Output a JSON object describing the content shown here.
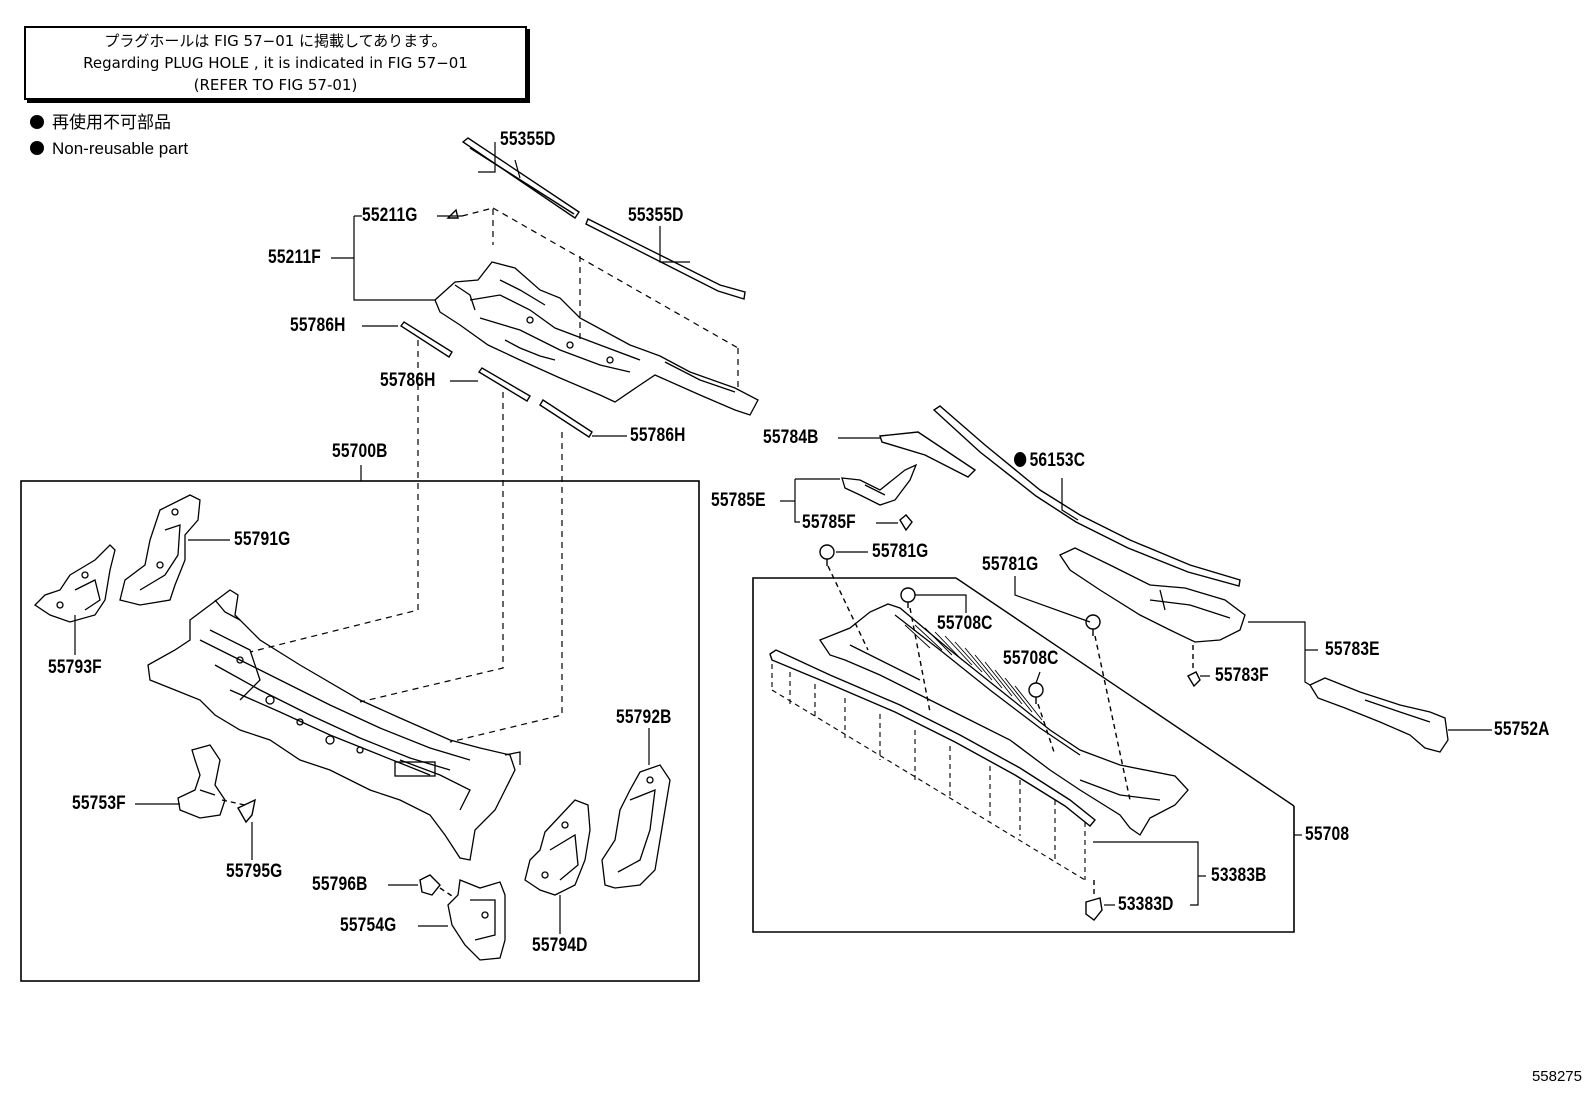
{
  "note": {
    "line1": "プラグホールは FIG  57−01 に掲載してあります。",
    "line2": "Regarding  PLUG  HOLE , it is indicated in FIG  57−01",
    "line3": "(REFER TO FIG 57-01)"
  },
  "legend": {
    "jp": "再使用不可部品",
    "en": "Non-reusable part"
  },
  "labels": {
    "p55355D_a": "55355D",
    "p55355D_b": "55355D",
    "p55211G": "55211G",
    "p55211F": "55211F",
    "p55786H_a": "55786H",
    "p55786H_b": "55786H",
    "p55786H_c": "55786H",
    "p55700B": "55700B",
    "p55791G": "55791G",
    "p55793F": "55793F",
    "p55753F": "55753F",
    "p55795G": "55795G",
    "p55796B": "55796B",
    "p55754G": "55754G",
    "p55794D": "55794D",
    "p55792B": "55792B",
    "p55784B": "55784B",
    "p56153C": "56153C",
    "p55785E": "55785E",
    "p55785F": "55785F",
    "p55781G_a": "55781G",
    "p55781G_b": "55781G",
    "p55708C_a": "55708C",
    "p55708C_b": "55708C",
    "p55783E": "55783E",
    "p55783F": "55783F",
    "p55752A": "55752A",
    "p55708": "55708",
    "p53383B": "53383B",
    "p53383D": "53383D"
  },
  "figure_number": "558275"
}
